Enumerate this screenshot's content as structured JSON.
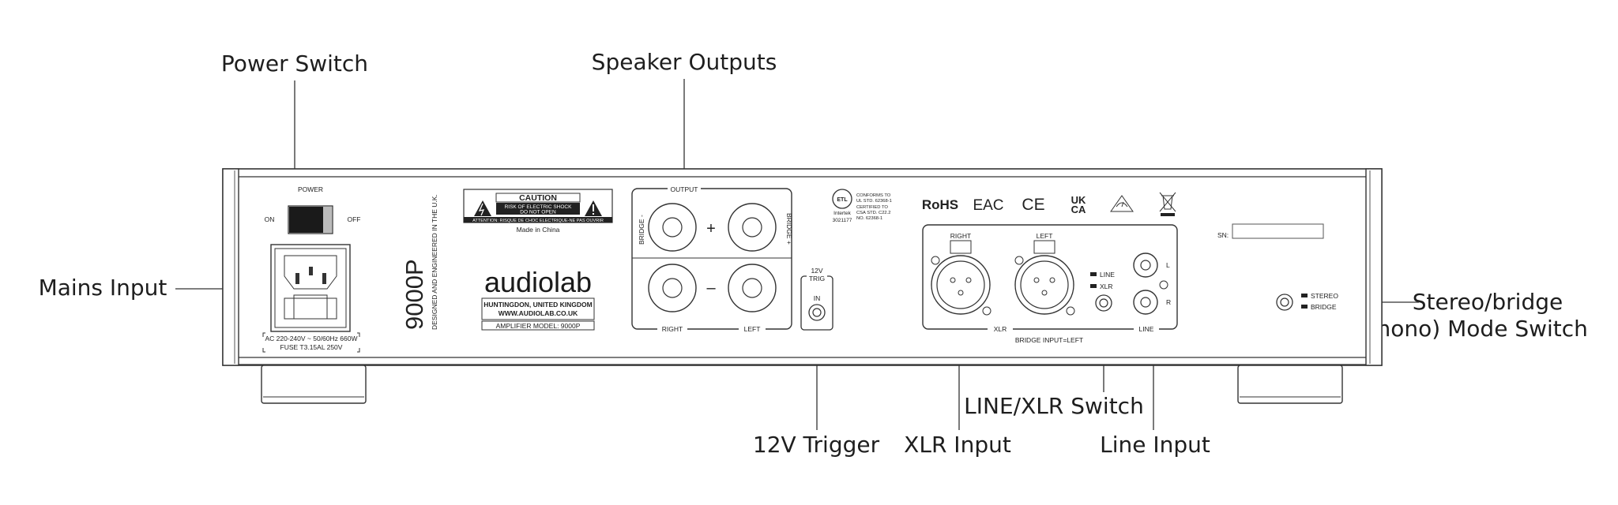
{
  "callouts": {
    "power_switch": "Power Switch",
    "speaker_outputs": "Speaker Outputs",
    "mains_input": "Mains Input",
    "trigger": "12V Trigger",
    "xlr_input": "XLR Input",
    "line_xlr_switch": "LINE/XLR Switch",
    "line_input": "Line Input",
    "mode_switch_1": "Stereo/bridge",
    "mode_switch_2": "(mono) Mode Switch"
  },
  "panel": {
    "power": {
      "title": "POWER",
      "on": "ON",
      "off": "OFF"
    },
    "mains_spec_1": "AC 220-240V ~ 50/60Hz 660W",
    "mains_spec_2": "FUSE T3.15AL 250V",
    "model_vertical": "9000P",
    "designed_in": "DESIGNED AND ENGINEERED IN THE U.K.",
    "caution": {
      "title": "CAUTION",
      "line1": "RISK OF ELECTRIC SHOCK",
      "line2": "DO NOT OPEN",
      "attention": "ATTENTION: RISQUE DE CHOC ELECTRIQUE-NE PAS OUVRIR"
    },
    "made_in": "Made in China",
    "brand": "audiolab",
    "address": "HUNTINGDON, UNITED KINGDOM",
    "website": "WWW.AUDIOLAB.CO.UK",
    "model_label": "AMPLIFIER  MODEL: 9000P",
    "output": {
      "title": "OUTPUT",
      "plus": "+",
      "minus": "–",
      "bridge_minus": "BRIDGE -",
      "bridge_plus": "BRIDGE +",
      "right": "RIGHT",
      "left": "LEFT"
    },
    "trigger": {
      "line1": "12V",
      "line2": "TRIG",
      "in": "IN"
    },
    "etl": {
      "mark": "ETL",
      "intertek": "Intertek",
      "number": "3021177",
      "c1": "CONFORMS TO",
      "c2": "UL STD. 62368-1",
      "c3": "CERTIFIED TO",
      "c4": "CSA STD. C22.2",
      "c5": "NO. 62368-1"
    },
    "certs": {
      "rohs": "RoHS",
      "eac": "EAC",
      "ce": "CE",
      "ukca1": "UK",
      "ukca2": "CA"
    },
    "inputs": {
      "right": "RIGHT",
      "left": "LEFT",
      "line_opt": "LINE",
      "xlr_opt": "XLR",
      "l": "L",
      "r": "R",
      "xlr_label": "XLR",
      "line_label": "LINE",
      "bridge_note": "BRIDGE INPUT=LEFT"
    },
    "sn": "SN:",
    "mode": {
      "stereo": "STEREO",
      "bridge": "BRIDGE"
    }
  }
}
